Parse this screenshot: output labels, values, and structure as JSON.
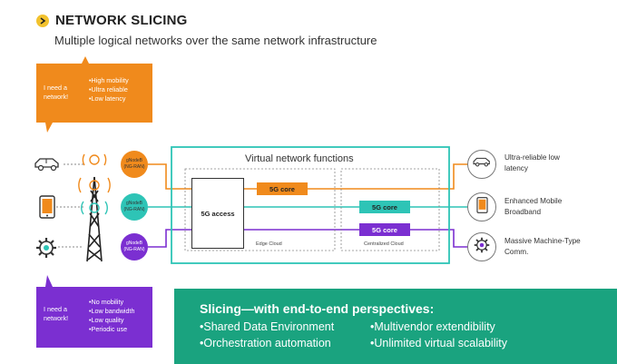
{
  "header": {
    "title": "NETWORK SLICING",
    "subtitle": "Multiple logical networks over the same network infrastructure"
  },
  "top_callout": {
    "need": "I need a network!",
    "items": [
      "High mobility",
      "Ultra reliable",
      "Low latency"
    ],
    "color": "#f08a1c"
  },
  "bottom_callout": {
    "need": "I need a network!",
    "items": [
      "No mobility",
      "Low bandwidth",
      "Low quality",
      "Periodic use"
    ],
    "color": "#7b2fd1"
  },
  "gnodes": [
    {
      "label": "gNodeB (NG-RAN)",
      "color": "#f08a1c"
    },
    {
      "label": "gNodeB (NG-RAN)",
      "color": "#2ec4b6"
    },
    {
      "label": "gNodeB (NG-RAN)",
      "color": "#7b2fd1"
    }
  ],
  "vnf": {
    "title": "Virtual network functions",
    "access": "5G access",
    "edge_cloud": "Edge Cloud",
    "central_cloud": "Centralized Cloud",
    "border_color": "#2ec4b6"
  },
  "cores": [
    {
      "label": "5G core",
      "color": "#f08a1c"
    },
    {
      "label": "5G core",
      "color": "#2ec4b6"
    },
    {
      "label": "5G core",
      "color": "#7b2fd1"
    }
  ],
  "outcomes": [
    {
      "label": "Ultra-reliable low latency",
      "icon": "car-icon"
    },
    {
      "label": "Enhanced Mobile Broadband",
      "icon": "tablet-icon"
    },
    {
      "label": "Massive Machine-Type Comm.",
      "icon": "gear-icon"
    }
  ],
  "devices": [
    "car-icon",
    "tablet-icon",
    "gear-icon"
  ],
  "panel": {
    "title": "Slicing—with end-to-end perspectives:",
    "items": [
      "Shared Data Environment",
      "Orchestration automation",
      "Multivendor extendibility",
      "Unlimited virtual scalability"
    ],
    "color": "#1aa37f"
  }
}
